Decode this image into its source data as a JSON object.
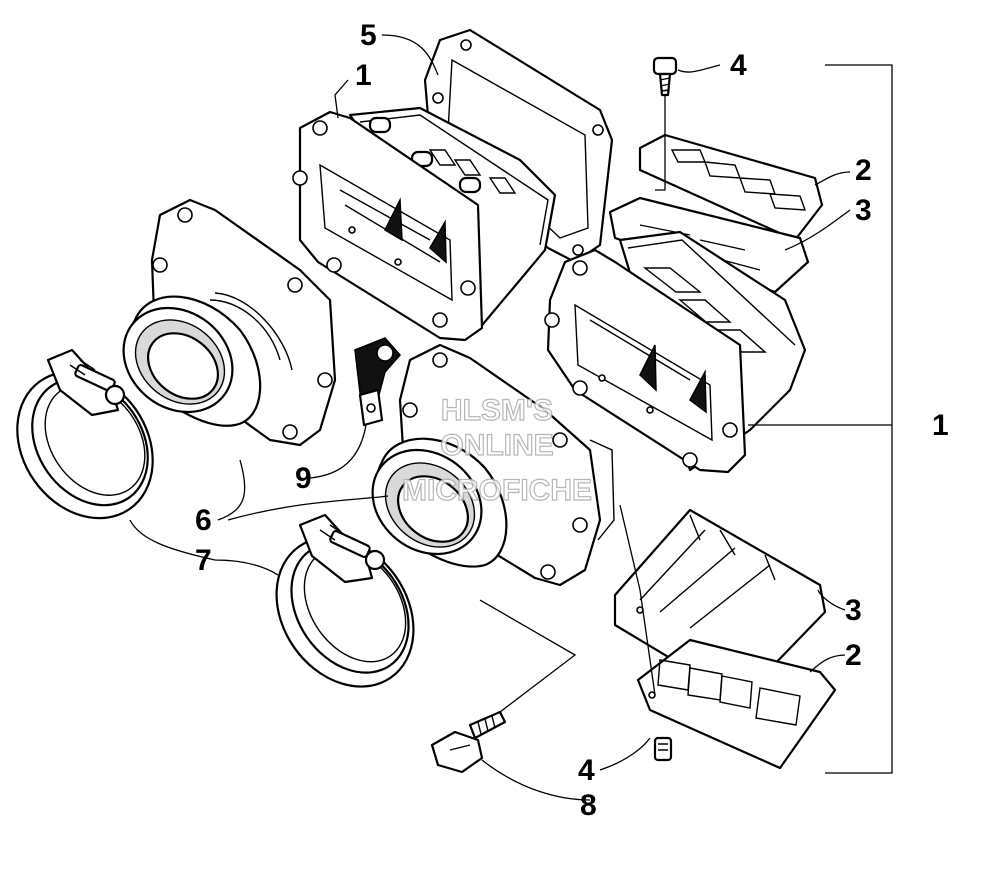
{
  "callouts": {
    "c1a": "1",
    "c1b": "1",
    "c2a": "2",
    "c2b": "2",
    "c3a": "3",
    "c3b": "3",
    "c4a": "4",
    "c4b": "4",
    "c5": "5",
    "c6": "6",
    "c7": "7",
    "c8": "8",
    "c9": "9"
  },
  "watermark": {
    "line1": "HLSM'S",
    "line2": "ONLINE",
    "line3": "MICROFICHE"
  }
}
